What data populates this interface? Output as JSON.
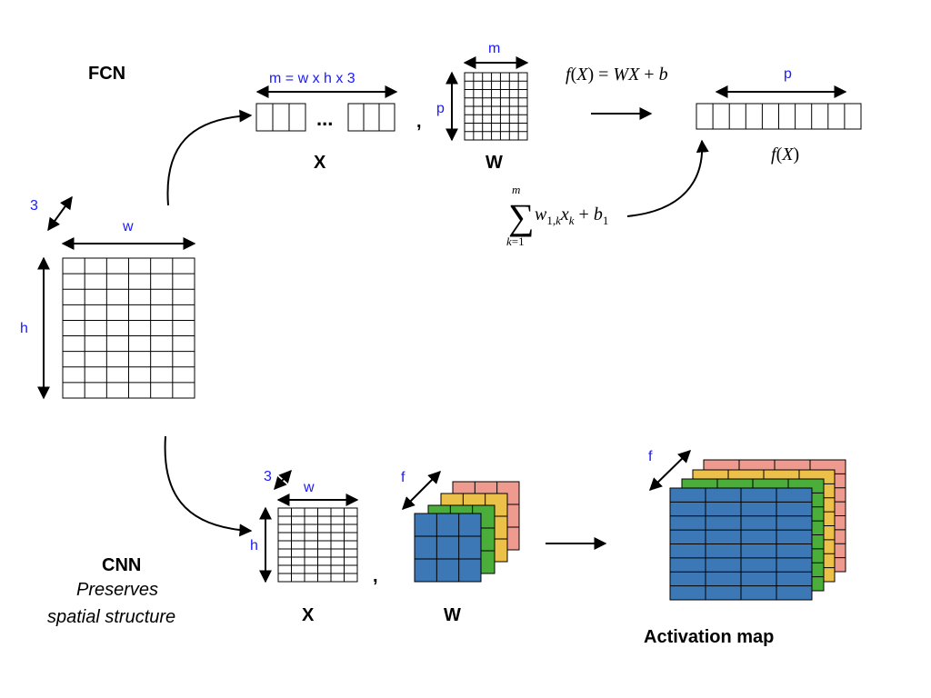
{
  "fcn": {
    "title": "FCN",
    "x_dim_label": "m = w x h x 3",
    "x_ellipsis": "...",
    "x_label": "X",
    "comma": ",",
    "w_m_label": "m",
    "w_p_label": "p",
    "w_label": "W",
    "formula": "f(X) = WX + b",
    "out_p_label": "p",
    "out_label": "f(X)",
    "sum_upper": "m",
    "sum_symbol": "∑",
    "sum_lower": "k=1",
    "sum_body": "w1,kxk + b1"
  },
  "input": {
    "depth_label": "3",
    "width_label": "w",
    "height_label": "h"
  },
  "cnn": {
    "title": "CNN",
    "subtitle_line1": "Preserves",
    "subtitle_line2": "spatial structure",
    "x_depth_label": "3",
    "x_width_label": "w",
    "x_height_label": "h",
    "x_label": "X",
    "comma": ",",
    "filter_label": "f",
    "w_label": "W",
    "act_filter_label": "f",
    "act_label": "Activation map"
  },
  "colors": {
    "blue_text": "#1a1aff",
    "filter_blue": "#3b78b5",
    "filter_green": "#4cae3a",
    "filter_yellow": "#ecc14a",
    "filter_red": "#ef9a8e"
  }
}
